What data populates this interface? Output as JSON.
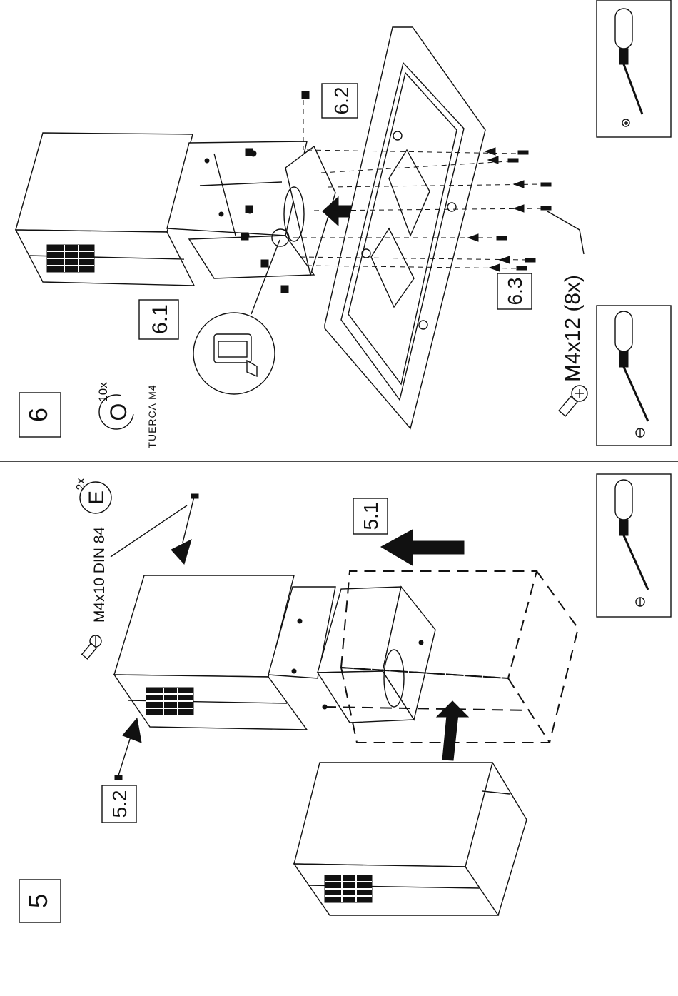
{
  "steps": {
    "step5": {
      "number": "5",
      "substep_1": "5.1",
      "substep_2": "5.2",
      "screw_label": "M4x10 DIN 84",
      "screw_letter": "E",
      "screw_qty": "2x"
    },
    "step6": {
      "number": "6",
      "substep_1": "6.1",
      "substep_2": "6.2",
      "substep_3": "6.3",
      "nut_letter": "O",
      "nut_qty": "10x",
      "nut_label": "TUERCA M4",
      "screw_label": "M4x12 (8x)"
    }
  },
  "tools": [
    {
      "name": "phillips-screwdriver",
      "tip": "cross"
    },
    {
      "name": "flat-screwdriver",
      "tip": "slot"
    },
    {
      "name": "flat-screwdriver",
      "tip": "slot"
    }
  ]
}
